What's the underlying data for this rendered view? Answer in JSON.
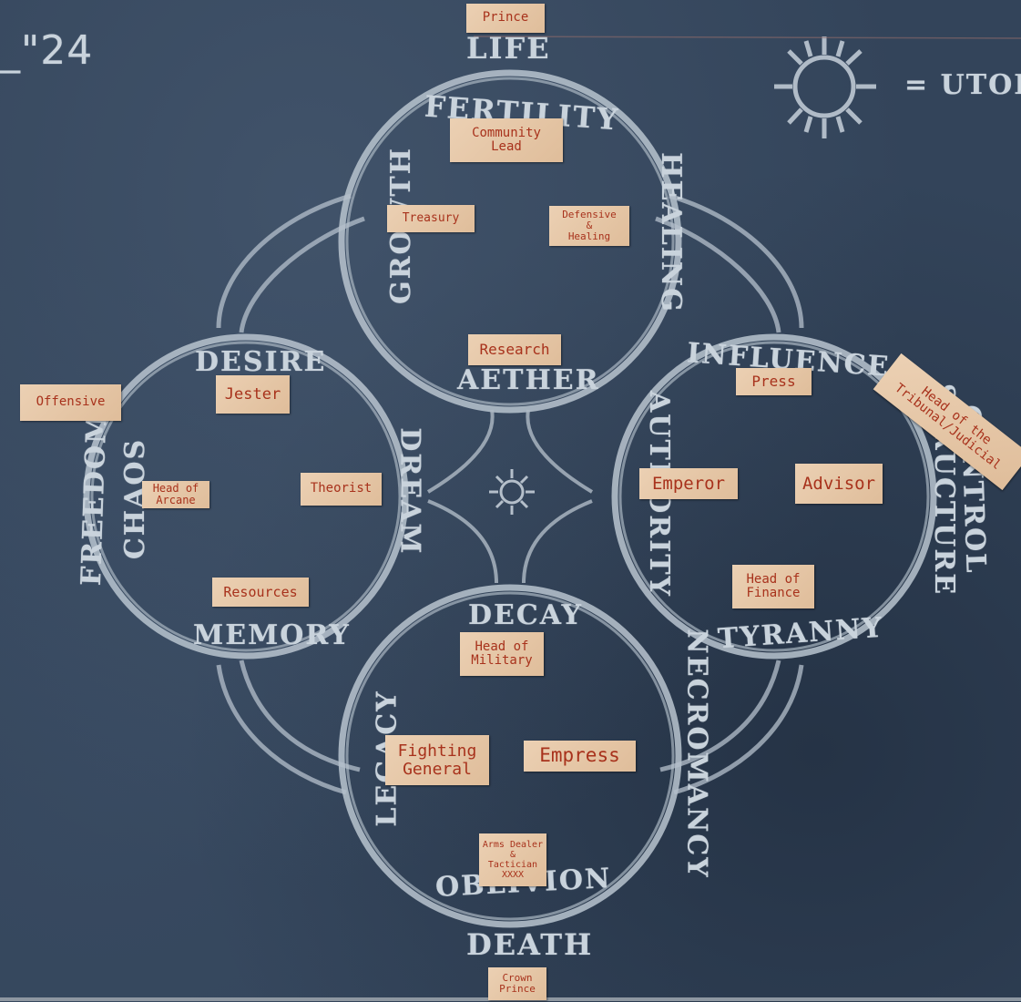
{
  "corner_mark": "_\"24",
  "legend": {
    "label": "= UTOPI"
  },
  "outer_labels": {
    "top": "LIFE",
    "bottom": "DEATH",
    "left": "FREEDOM",
    "right": "CONTROL"
  },
  "circles": {
    "top": {
      "labels": {
        "top": "FERTILITY",
        "left": "GROWTH",
        "right": "HEALING",
        "bottom": "AETHER"
      }
    },
    "left": {
      "labels": {
        "top": "DESIRE",
        "left": "CHAOS",
        "right": "DREAM",
        "bottom": "MEMORY"
      }
    },
    "right": {
      "labels": {
        "top": "INFLUENCE",
        "left": "AUTHORITY",
        "right": "STRUCTURE",
        "bottom": "TYRANNY"
      }
    },
    "bottom": {
      "labels": {
        "top": "DECAY",
        "left": "LEGACY",
        "right": "NECROMANCY",
        "bottom": "OBLIVION"
      }
    }
  },
  "notes": {
    "prince": "Prince",
    "community_lead": "Community\nLead",
    "treasury": "Treasury",
    "defensive_healing": "Defensive\n&\nHealing",
    "research": "Research",
    "offensive": "Offensive",
    "jester": "Jester",
    "head_arcane": "Head of\nArcane",
    "theorist": "Theorist",
    "resources": "Resources",
    "press": "Press",
    "tribunal": "Head of the\nTribunal/Judicial",
    "emperor": "Emperor",
    "advisor": "Advisor",
    "head_finance": "Head of\nFinance",
    "head_military": "Head of\nMilitary",
    "fighting_general": "Fighting\nGeneral",
    "empress": "Empress",
    "arms_dealer": "Arms Dealer\n&\nTactician\nXXXX",
    "crown_prince": "Crown\nPrince"
  },
  "colors": {
    "board": "#33445a",
    "chalk": "#c9d3dc",
    "paper": "#e8c8a6",
    "ink": "#a8321c"
  }
}
